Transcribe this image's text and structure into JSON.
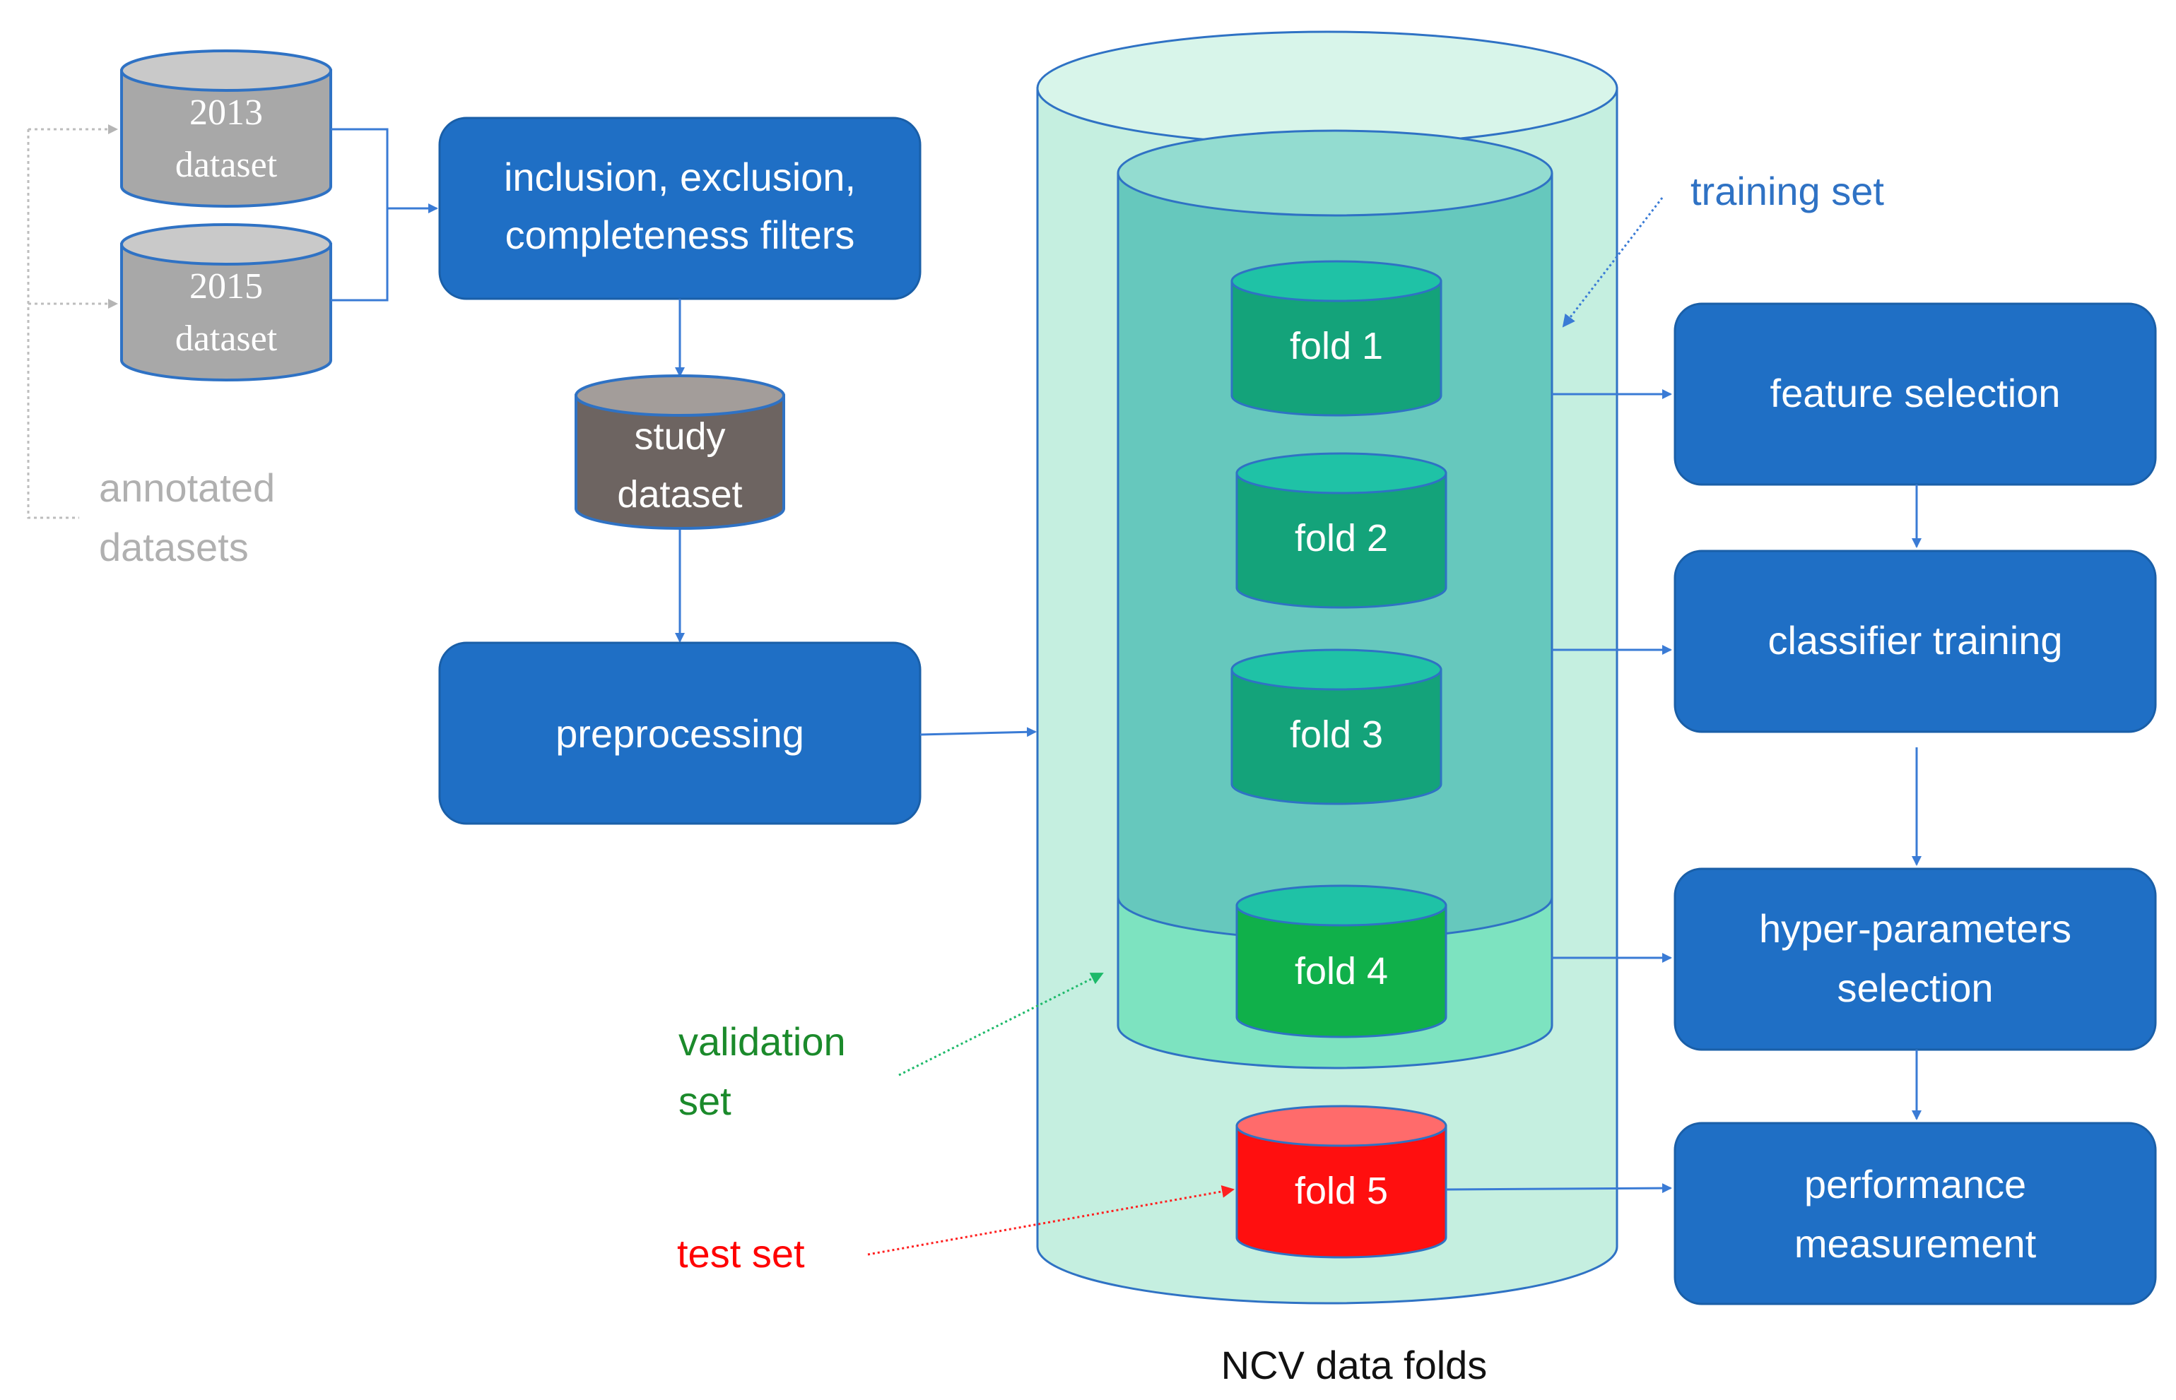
{
  "colors": {
    "box_blue": "#1f6fc5",
    "box_blue_border": "#1a5fa8",
    "arrow_blue": "#3a7bd5",
    "gray_cylinder": "#a8a8a8",
    "dark_gray_cylinder": "#6d6461",
    "outer_cylinder": "#c5efe0",
    "inner_training": "#66c8bd",
    "inner_validation": "#7de3c0",
    "fold_green": "#14a37a",
    "fold_top": "#1fc2a6",
    "fold_red": "#ff0f0f",
    "training_label": "#2f72c4",
    "validation_label": "#1b8a2b",
    "test_label": "#ff0000",
    "annotated_label": "#b0b0b0"
  },
  "datasets": {
    "d2013": {
      "line1": "2013",
      "line2": "dataset"
    },
    "d2015": {
      "line1": "2015",
      "line2": "dataset"
    },
    "annotated": {
      "line1": "annotated",
      "line2": "datasets"
    }
  },
  "filters_box": {
    "line1": "inclusion, exclusion,",
    "line2": "completeness filters"
  },
  "study_dataset": {
    "line1": "study",
    "line2": "dataset"
  },
  "preprocessing_box": {
    "label": "preprocessing"
  },
  "folds": [
    "fold 1",
    "fold 2",
    "fold 3",
    "fold 4",
    "fold 5"
  ],
  "labels": {
    "training_set": "training set",
    "validation_set_line1": "validation",
    "validation_set_line2": "set",
    "test_set": "test set",
    "ncv_caption": "NCV data folds"
  },
  "steps": {
    "feature_selection": "feature selection",
    "classifier_training": "classifier training",
    "hyper_params_line1": "hyper-parameters",
    "hyper_params_line2": "selection",
    "performance_line1": "performance",
    "performance_line2": "measurement"
  }
}
